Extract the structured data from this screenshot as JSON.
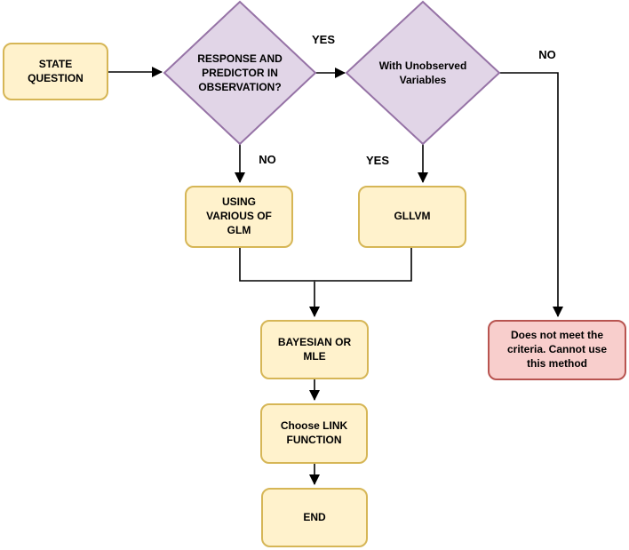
{
  "diagram_type": "flowchart",
  "colors": {
    "background": "#FFFFFF",
    "process_fill": "#FFF2CC",
    "process_stroke": "#D6B656",
    "decision_fill": "#E1D5E7",
    "decision_stroke": "#9673A6",
    "reject_fill": "#F8CECC",
    "reject_stroke": "#B85450",
    "connector": "#000000",
    "text": "#000000"
  },
  "nodes": {
    "state_question": {
      "type": "process",
      "label": "STATE\nQUESTION"
    },
    "decision_observation": {
      "type": "decision",
      "label": "RESPONSE AND\nPREDICTOR IN\nOBSERVATION?"
    },
    "decision_unobserved": {
      "type": "decision",
      "label": "With Unobserved\nVariables"
    },
    "glm": {
      "type": "process",
      "label": "USING\nVARIOUS OF\nGLM"
    },
    "gllvm": {
      "type": "process",
      "label": "GLLVM"
    },
    "bayesian": {
      "type": "process",
      "label": "BAYESIAN OR\nMLE"
    },
    "link_function": {
      "type": "process",
      "label": "Choose LINK\nFUNCTION"
    },
    "end": {
      "type": "terminator",
      "label": "END"
    },
    "reject": {
      "type": "reject",
      "label": "Does not meet the\ncriteria. Cannot use\nthis method"
    }
  },
  "edges": [
    {
      "from": "state_question",
      "to": "decision_observation",
      "label": ""
    },
    {
      "from": "decision_observation",
      "to": "decision_unobserved",
      "label": "YES"
    },
    {
      "from": "decision_observation",
      "to": "glm",
      "label": "NO"
    },
    {
      "from": "decision_unobserved",
      "to": "gllvm",
      "label": "YES"
    },
    {
      "from": "decision_unobserved",
      "to": "reject",
      "label": "NO"
    },
    {
      "from": "glm",
      "to": "bayesian",
      "label": ""
    },
    {
      "from": "gllvm",
      "to": "bayesian",
      "label": ""
    },
    {
      "from": "bayesian",
      "to": "link_function",
      "label": ""
    },
    {
      "from": "link_function",
      "to": "end",
      "label": ""
    }
  ]
}
